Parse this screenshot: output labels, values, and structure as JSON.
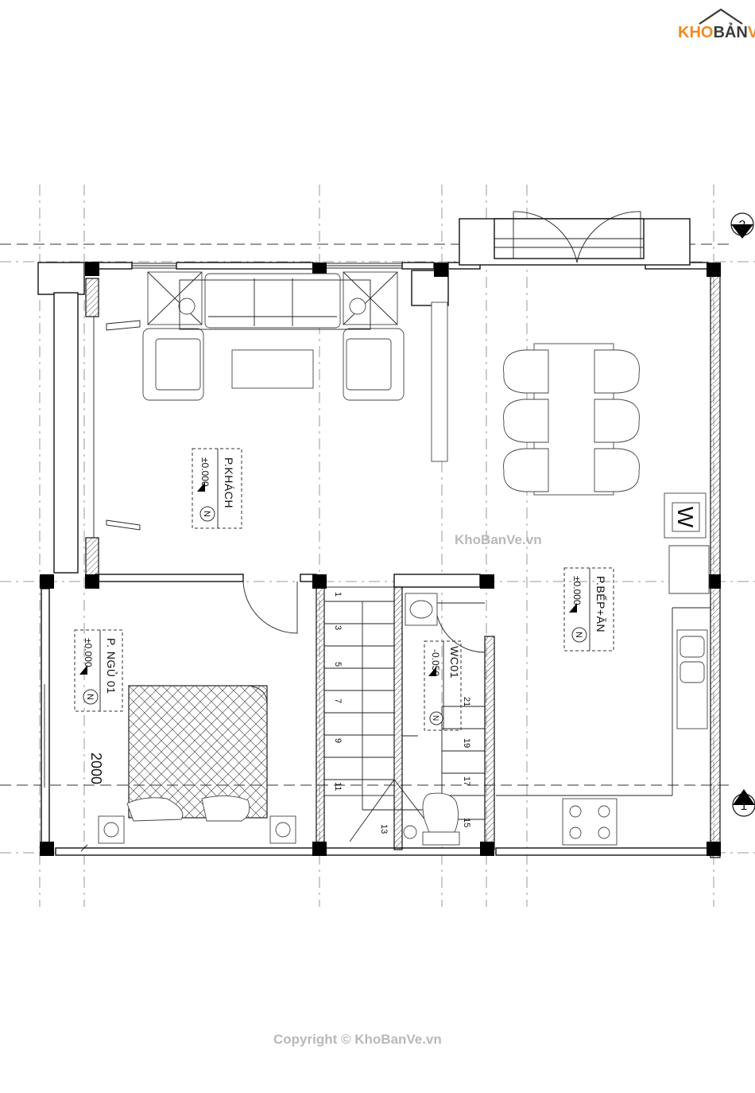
{
  "brand": {
    "name": "KHOBANVE",
    "name_parts": [
      "KHO",
      "BẢN",
      "VẼ"
    ],
    "accent": "#f08a24",
    "secondary": "#3a3a3a"
  },
  "watermarks": {
    "center": "KhoBanVe.vn",
    "copyright": "Copyright © KhoBanVe.vn"
  },
  "rooms": {
    "living": {
      "name": "P.KHÁCH",
      "level": "±0.000"
    },
    "bedroom": {
      "name": "P. NGỦ 01",
      "level": "±0.000"
    },
    "kitchen": {
      "name": "P.BẾP+ĂN",
      "level": "±0.000"
    },
    "wc": {
      "name": "WC01",
      "level": "-0.050"
    }
  },
  "stairs": {
    "steps": [
      "1",
      "3",
      "5",
      "7",
      "9",
      "11",
      "13",
      "15",
      "17",
      "19",
      "21"
    ]
  },
  "grid_markers": [
    "1",
    "2"
  ],
  "dimension": "2000",
  "north_symbol": "N",
  "washer_symbol": "W"
}
